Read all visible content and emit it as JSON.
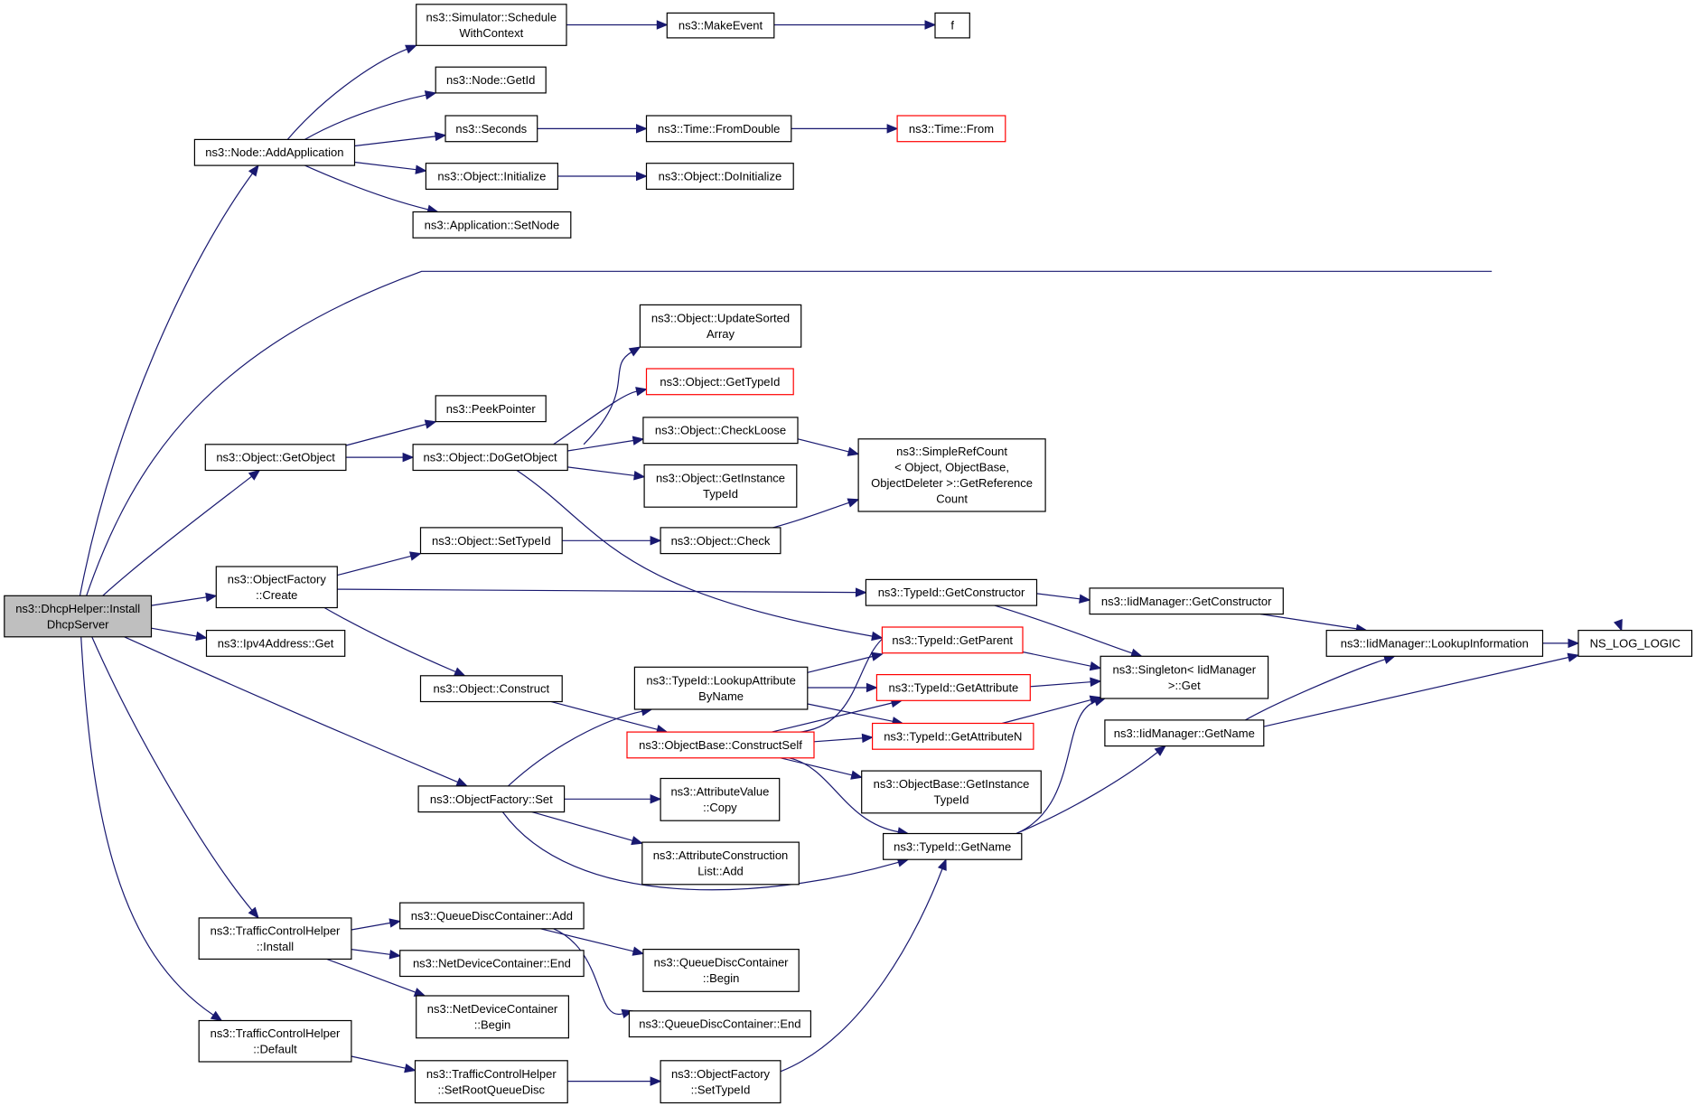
{
  "diagram": {
    "nodes": [
      {
        "id": "dhcp_install",
        "lines": [
          "ns3::DhcpHelper::Install",
          "DhcpServer"
        ],
        "style": "root"
      },
      {
        "id": "node_addapp",
        "lines": [
          "ns3::Node::AddApplication"
        ]
      },
      {
        "id": "sim_schedule",
        "lines": [
          "ns3::Simulator::Schedule",
          "WithContext"
        ]
      },
      {
        "id": "make_event",
        "lines": [
          "ns3::MakeEvent"
        ]
      },
      {
        "id": "f",
        "lines": [
          "f"
        ]
      },
      {
        "id": "node_getid",
        "lines": [
          "ns3::Node::GetId"
        ]
      },
      {
        "id": "seconds",
        "lines": [
          "ns3::Seconds"
        ]
      },
      {
        "id": "time_fromdouble",
        "lines": [
          "ns3::Time::FromDouble"
        ]
      },
      {
        "id": "time_from",
        "lines": [
          "ns3::Time::From"
        ],
        "style": "red"
      },
      {
        "id": "obj_initialize",
        "lines": [
          "ns3::Object::Initialize"
        ]
      },
      {
        "id": "obj_doinitialize",
        "lines": [
          "ns3::Object::DoInitialize"
        ]
      },
      {
        "id": "app_setnode",
        "lines": [
          "ns3::Application::SetNode"
        ]
      },
      {
        "id": "ns_log_logic",
        "lines": [
          "NS_LOG_LOGIC"
        ]
      },
      {
        "id": "obj_updatesorted",
        "lines": [
          "ns3::Object::UpdateSorted",
          "Array"
        ]
      },
      {
        "id": "obj_gettypeid",
        "lines": [
          "ns3::Object::GetTypeId"
        ],
        "style": "red"
      },
      {
        "id": "peekpointer",
        "lines": [
          "ns3::PeekPointer"
        ]
      },
      {
        "id": "obj_getobject",
        "lines": [
          "ns3::Object::GetObject"
        ]
      },
      {
        "id": "obj_dogetobject",
        "lines": [
          "ns3::Object::DoGetObject"
        ]
      },
      {
        "id": "obj_checkloose",
        "lines": [
          "ns3::Object::CheckLoose"
        ]
      },
      {
        "id": "simplerefcount",
        "lines": [
          "ns3::SimpleRefCount",
          "< Object, ObjectBase,",
          "ObjectDeleter >::GetReference",
          "Count"
        ]
      },
      {
        "id": "obj_getinstancetypeid",
        "lines": [
          "ns3::Object::GetInstance",
          "TypeId"
        ]
      },
      {
        "id": "obj_settypeid",
        "lines": [
          "ns3::Object::SetTypeId"
        ]
      },
      {
        "id": "obj_check",
        "lines": [
          "ns3::Object::Check"
        ]
      },
      {
        "id": "objfactory_create",
        "lines": [
          "ns3::ObjectFactory",
          "::Create"
        ]
      },
      {
        "id": "typeid_getconstructor",
        "lines": [
          "ns3::TypeId::GetConstructor"
        ]
      },
      {
        "id": "iidmanager_getconstructor",
        "lines": [
          "ns3::IidManager::GetConstructor"
        ]
      },
      {
        "id": "ipv4_get",
        "lines": [
          "ns3::Ipv4Address::Get"
        ]
      },
      {
        "id": "typeid_getparent",
        "lines": [
          "ns3::TypeId::GetParent"
        ],
        "style": "red"
      },
      {
        "id": "iidmanager_lookupinfo",
        "lines": [
          "ns3::IidManager::LookupInformation"
        ]
      },
      {
        "id": "singleton_get",
        "lines": [
          "ns3::Singleton< IidManager",
          ">::Get"
        ]
      },
      {
        "id": "obj_construct",
        "lines": [
          "ns3::Object::Construct"
        ]
      },
      {
        "id": "typeid_lookupattr",
        "lines": [
          "ns3::TypeId::LookupAttribute",
          "ByName"
        ]
      },
      {
        "id": "typeid_getattribute",
        "lines": [
          "ns3::TypeId::GetAttribute"
        ],
        "style": "red"
      },
      {
        "id": "objbase_constructself",
        "lines": [
          "ns3::ObjectBase::ConstructSelf"
        ],
        "style": "red"
      },
      {
        "id": "typeid_getattributen",
        "lines": [
          "ns3::TypeId::GetAttributeN"
        ],
        "style": "red"
      },
      {
        "id": "iidmanager_getname",
        "lines": [
          "ns3::IidManager::GetName"
        ]
      },
      {
        "id": "objbase_getinstancetypeid",
        "lines": [
          "ns3::ObjectBase::GetInstance",
          "TypeId"
        ]
      },
      {
        "id": "objfactory_set",
        "lines": [
          "ns3::ObjectFactory::Set"
        ]
      },
      {
        "id": "attrvalue_copy",
        "lines": [
          "ns3::AttributeValue",
          "::Copy"
        ]
      },
      {
        "id": "typeid_getname",
        "lines": [
          "ns3::TypeId::GetName"
        ]
      },
      {
        "id": "attrconstr_add",
        "lines": [
          "ns3::AttributeConstruction",
          "List::Add"
        ]
      },
      {
        "id": "tch_install",
        "lines": [
          "ns3::TrafficControlHelper",
          "::Install"
        ]
      },
      {
        "id": "qdc_add",
        "lines": [
          "ns3::QueueDiscContainer::Add"
        ]
      },
      {
        "id": "ndc_end",
        "lines": [
          "ns3::NetDeviceContainer::End"
        ]
      },
      {
        "id": "qdc_begin",
        "lines": [
          "ns3::QueueDiscContainer",
          "::Begin"
        ]
      },
      {
        "id": "ndc_begin",
        "lines": [
          "ns3::NetDeviceContainer",
          "::Begin"
        ]
      },
      {
        "id": "qdc_end",
        "lines": [
          "ns3::QueueDiscContainer::End"
        ]
      },
      {
        "id": "tch_default",
        "lines": [
          "ns3::TrafficControlHelper",
          "::Default"
        ]
      },
      {
        "id": "tch_setroot",
        "lines": [
          "ns3::TrafficControlHelper",
          "::SetRootQueueDisc"
        ]
      },
      {
        "id": "objfactory_settypeid",
        "lines": [
          "ns3::ObjectFactory",
          "::SetTypeId"
        ]
      }
    ],
    "edges": [
      [
        "dhcp_install",
        "node_addapp"
      ],
      [
        "dhcp_install",
        "ns_log_logic"
      ],
      [
        "dhcp_install",
        "obj_getobject"
      ],
      [
        "dhcp_install",
        "objfactory_create"
      ],
      [
        "dhcp_install",
        "ipv4_get"
      ],
      [
        "dhcp_install",
        "objfactory_set"
      ],
      [
        "dhcp_install",
        "tch_install"
      ],
      [
        "dhcp_install",
        "tch_default"
      ],
      [
        "node_addapp",
        "sim_schedule"
      ],
      [
        "node_addapp",
        "node_getid"
      ],
      [
        "node_addapp",
        "seconds"
      ],
      [
        "node_addapp",
        "obj_initialize"
      ],
      [
        "node_addapp",
        "app_setnode"
      ],
      [
        "sim_schedule",
        "make_event"
      ],
      [
        "make_event",
        "f"
      ],
      [
        "seconds",
        "time_fromdouble"
      ],
      [
        "time_fromdouble",
        "time_from"
      ],
      [
        "obj_initialize",
        "obj_doinitialize"
      ],
      [
        "obj_getobject",
        "peekpointer"
      ],
      [
        "obj_getobject",
        "obj_dogetobject"
      ],
      [
        "obj_dogetobject",
        "obj_updatesorted"
      ],
      [
        "obj_dogetobject",
        "obj_gettypeid"
      ],
      [
        "obj_dogetobject",
        "obj_checkloose"
      ],
      [
        "obj_dogetobject",
        "obj_getinstancetypeid"
      ],
      [
        "obj_dogetobject",
        "typeid_getparent"
      ],
      [
        "obj_checkloose",
        "simplerefcount"
      ],
      [
        "obj_check",
        "simplerefcount"
      ],
      [
        "objfactory_create",
        "obj_settypeid"
      ],
      [
        "objfactory_create",
        "typeid_getconstructor"
      ],
      [
        "objfactory_create",
        "obj_construct"
      ],
      [
        "obj_settypeid",
        "obj_check"
      ],
      [
        "typeid_getconstructor",
        "iidmanager_getconstructor"
      ],
      [
        "typeid_getconstructor",
        "singleton_get"
      ],
      [
        "iidmanager_getconstructor",
        "iidmanager_lookupinfo"
      ],
      [
        "iidmanager_lookupinfo",
        "ns_log_logic"
      ],
      [
        "iidmanager_getname",
        "iidmanager_lookupinfo"
      ],
      [
        "iidmanager_getname",
        "ns_log_logic"
      ],
      [
        "typeid_getparent",
        "singleton_get"
      ],
      [
        "typeid_getattribute",
        "singleton_get"
      ],
      [
        "typeid_getattributen",
        "singleton_get"
      ],
      [
        "typeid_getname",
        "singleton_get"
      ],
      [
        "typeid_getname",
        "iidmanager_getname"
      ],
      [
        "obj_construct",
        "objbase_constructself"
      ],
      [
        "typeid_lookupattr",
        "typeid_getparent"
      ],
      [
        "typeid_lookupattr",
        "typeid_getattribute"
      ],
      [
        "typeid_lookupattr",
        "typeid_getattributen"
      ],
      [
        "objbase_constructself",
        "typeid_getparent"
      ],
      [
        "objbase_constructself",
        "typeid_getattribute"
      ],
      [
        "objbase_constructself",
        "typeid_getattributen"
      ],
      [
        "objbase_constructself",
        "objbase_getinstancetypeid"
      ],
      [
        "objbase_constructself",
        "typeid_getname"
      ],
      [
        "objfactory_set",
        "typeid_lookupattr"
      ],
      [
        "objfactory_set",
        "attrvalue_copy"
      ],
      [
        "objfactory_set",
        "attrconstr_add"
      ],
      [
        "objfactory_set",
        "typeid_getname"
      ],
      [
        "tch_install",
        "qdc_add"
      ],
      [
        "tch_install",
        "ndc_end"
      ],
      [
        "tch_install",
        "ndc_begin"
      ],
      [
        "qdc_add",
        "qdc_begin"
      ],
      [
        "qdc_add",
        "qdc_end"
      ],
      [
        "tch_default",
        "tch_setroot"
      ],
      [
        "tch_setroot",
        "objfactory_settypeid"
      ],
      [
        "objfactory_settypeid",
        "typeid_getname"
      ]
    ]
  }
}
